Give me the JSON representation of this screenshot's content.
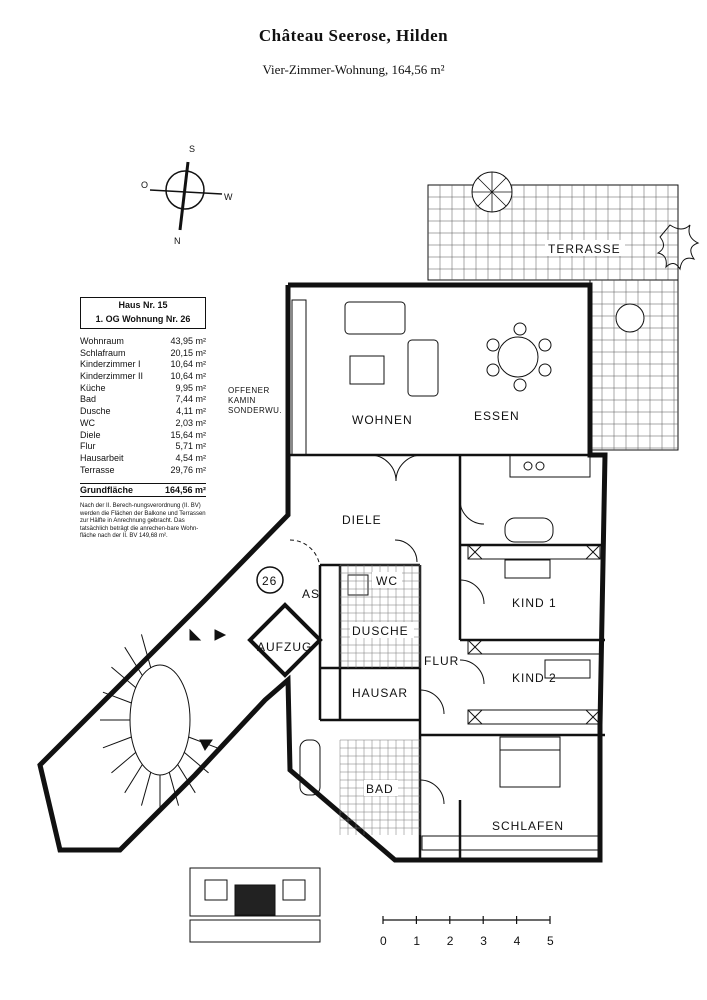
{
  "header": {
    "title": "Château Seerose, Hilden",
    "subtitle": "Vier-Zimmer-Wohnung, 164,56 m²"
  },
  "unit_box": {
    "line1": "Haus Nr. 15",
    "line2": "1. OG  Wohnung Nr. 26"
  },
  "areas": [
    {
      "name": "Wohnraum",
      "value": "43,95 m²"
    },
    {
      "name": "Schlafraum",
      "value": "20,15 m²"
    },
    {
      "name": "Kinderzimmer I",
      "value": "10,64 m²"
    },
    {
      "name": "Kinderzimmer II",
      "value": "10,64 m²"
    },
    {
      "name": "Küche",
      "value": "9,95 m²"
    },
    {
      "name": "Bad",
      "value": "7,44 m²"
    },
    {
      "name": "Dusche",
      "value": "4,11 m²"
    },
    {
      "name": "WC",
      "value": "2,03 m²"
    },
    {
      "name": "Diele",
      "value": "15,64 m²"
    },
    {
      "name": "Flur",
      "value": "5,71 m²"
    },
    {
      "name": "Hausarbeit",
      "value": "4,54 m²"
    },
    {
      "name": "Terrasse",
      "value": "29,76 m²"
    }
  ],
  "total": {
    "name": "Grundfläche",
    "value": "164,56 m²"
  },
  "note": "Nach der II. Berech-nungsverordnung (II. BV) werden die Flächen der Balkone und Terrassen zur Hälfte in Anrechnung gebracht. Das tatsächlich beträgt die anrechen-bare Wohn-fläche nach der II. BV 149,68 m².",
  "compass": {
    "s": "S",
    "o": "O",
    "w": "W",
    "n": "N"
  },
  "kamin": {
    "line1": "OFFENER",
    "line2": "KAMIN",
    "line3": "SONDERWU."
  },
  "rooms": {
    "terrasse": "TERRASSE",
    "wohnen": "WOHNEN",
    "essen": "ESSEN",
    "diele": "DIELE",
    "wc": "WC",
    "as": "AS",
    "dusche": "DUSCHE",
    "aufzug": "AUFZUG",
    "flur": "FLUR",
    "hausar": "HAUSAR",
    "bad": "BAD",
    "kind1": "KIND 1",
    "kind2": "KIND 2",
    "schlafen": "SCHLAFEN",
    "unit_no": "26"
  },
  "scale": {
    "ticks": [
      "0",
      "1",
      "2",
      "3",
      "4",
      "5"
    ]
  }
}
